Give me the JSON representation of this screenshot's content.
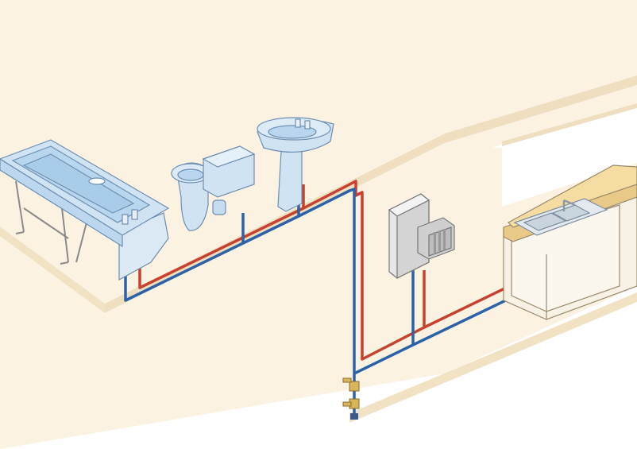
{
  "scene": {
    "kind": "isometric plumbing layout",
    "fixtures": [
      "bathtub",
      "toilet",
      "wash-basin",
      "combi-boiler",
      "kitchen-sink"
    ],
    "pipes": [
      "hot-water",
      "cold-water"
    ],
    "valves": [
      "stop-valve",
      "drain-valve"
    ]
  },
  "colors": {
    "floor": "#fbf2e2",
    "slab_edge": "#efdfc0",
    "hot_pipe": "#c8402e",
    "cold_pipe": "#2c63a8",
    "fixture_blue": "#cfe3f3",
    "fixture_outline": "#6e8fb2",
    "worktop": "#e9c987",
    "cabinet": "#f7f1e6",
    "brass": "#d9b45a",
    "boiler_grey": "#dedede"
  }
}
